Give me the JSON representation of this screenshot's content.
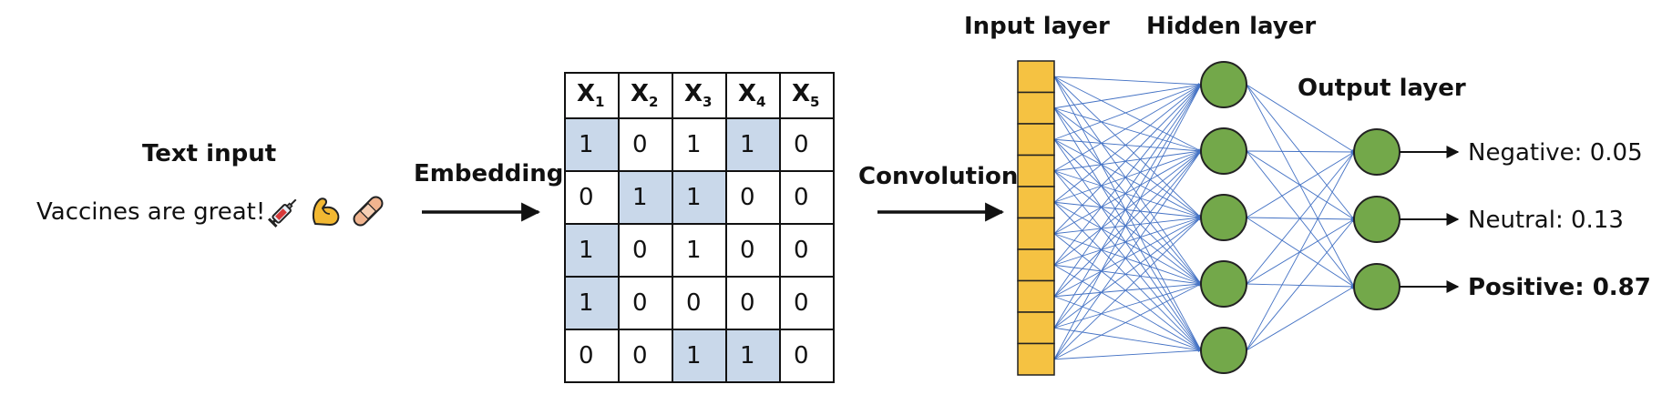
{
  "text_input": {
    "title": "Text input",
    "sentence": "Vaccines are great!",
    "emoji_icons": [
      "syringe-icon",
      "flexed-biceps-icon",
      "adhesive-bandage-icon"
    ]
  },
  "steps": {
    "embedding": "Embedding",
    "convolution": "Convolution"
  },
  "embedding_matrix": {
    "headers": [
      {
        "base": "X",
        "sub": "1"
      },
      {
        "base": "X",
        "sub": "2"
      },
      {
        "base": "X",
        "sub": "3"
      },
      {
        "base": "X",
        "sub": "4"
      },
      {
        "base": "X",
        "sub": "5"
      }
    ],
    "rows": [
      [
        "1",
        "0",
        "1",
        "1",
        "0"
      ],
      [
        "0",
        "1",
        "1",
        "0",
        "0"
      ],
      [
        "1",
        "0",
        "1",
        "0",
        "0"
      ],
      [
        "1",
        "0",
        "0",
        "0",
        "0"
      ],
      [
        "0",
        "0",
        "1",
        "1",
        "0"
      ]
    ],
    "highlighted": [
      [
        0,
        0
      ],
      [
        0,
        3
      ],
      [
        1,
        1
      ],
      [
        1,
        2
      ],
      [
        2,
        0
      ],
      [
        3,
        0
      ],
      [
        4,
        2
      ],
      [
        4,
        3
      ]
    ],
    "highlight_color": "#c9d8ea"
  },
  "network": {
    "input_layer_label": "Input layer",
    "hidden_layer_label": "Hidden layer",
    "output_layer_label": "Output layer",
    "input_units": 10,
    "hidden_units": 5,
    "output_units": 3,
    "input_color": "#f5c242",
    "neuron_color": "#73a84a",
    "connection_color": "#4472c4"
  },
  "outputs": [
    {
      "label": "Negative:",
      "value": "0.05",
      "bold": false
    },
    {
      "label": "Neutral:",
      "value": "0.13",
      "bold": false
    },
    {
      "label": "Positive:",
      "value": "0.87",
      "bold": true
    }
  ]
}
